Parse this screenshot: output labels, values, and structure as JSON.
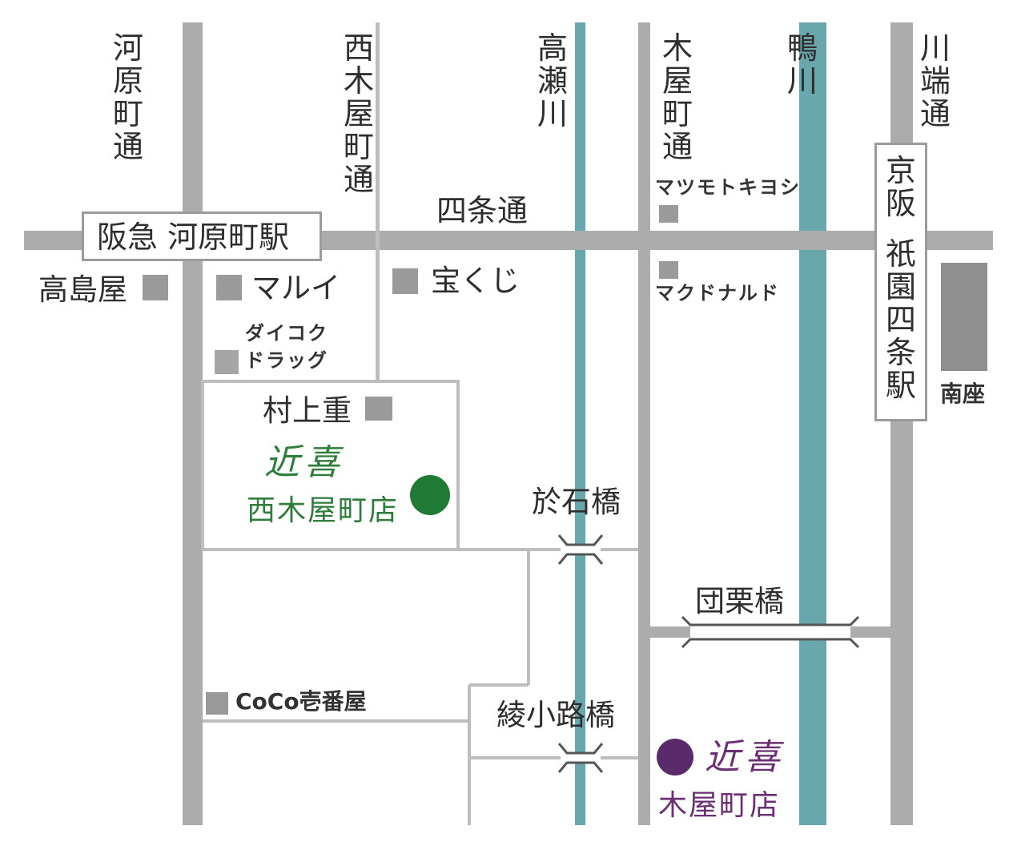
{
  "colors": {
    "road": "#acacac",
    "thin_road": "#bdbdbd",
    "river": "#6aa7ad",
    "building": "#9a9a9a",
    "minami_za": "#8f8f8f",
    "store_green": "#1f7a35",
    "store_purple": "#5b2a6a"
  },
  "streets": {
    "kawaramachi_dori": "河原町通",
    "nishikiyamachi_dori": "西木屋町通",
    "kiyamachi_dori": "木屋町通",
    "kawabata_dori": "川端通",
    "shijo_dori": "四条通"
  },
  "rivers": {
    "takase_gawa": "高瀬川",
    "kamo_gawa": "鴨川"
  },
  "stations": {
    "hankyu_kawaramachi": "阪急 河原町駅",
    "keihan_gion_shijo_line1": "京阪",
    "keihan_gion_shijo_line2": "祇園四条駅"
  },
  "landmarks": {
    "takashimaya": "高島屋",
    "marui": "マルイ",
    "takarakuji": "宝くじ",
    "daikoku_line1": "ダイコク",
    "daikoku_line2": "ドラッグ",
    "murakamiju": "村上重",
    "matsumoto_kiyoshi": "マツモトキヨシ",
    "mcdonalds": "マクドナルド",
    "minami_za": "南座",
    "coco_ichibanya": "CoCo壱番屋"
  },
  "bridges": {
    "oishi_bashi": "於石橋",
    "dango_bashi": "団栗橋",
    "ayanokoji_bashi": "綾小路橋"
  },
  "stores": {
    "brand": "近喜",
    "nishikiyamachi": "西木屋町店",
    "kiyamachi": "木屋町店"
  }
}
